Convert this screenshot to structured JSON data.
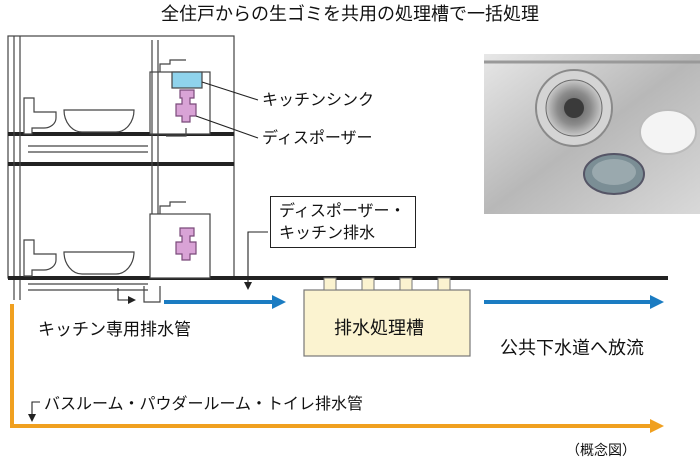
{
  "title": "全住戸からの生ゴミを共用の処理槽で一括処理",
  "labels": {
    "kitchen_sink": "キッチンシンク",
    "disposer": "ディスポーザー",
    "disposer_drain_line1": "ディスポーザー・",
    "disposer_drain_line2": "キッチン排水",
    "kitchen_pipe": "キッチン専用排水管",
    "tank": "排水処理槽",
    "public_sewer": "公共下水道へ放流",
    "bath_pipe": "バスルーム・パウダールーム・トイレ排水管",
    "concept_note": "（概念図）"
  },
  "colors": {
    "kitchen_flow": "#1b7cc2",
    "bath_flow": "#f0a020",
    "tank_fill": "#fbf3d0",
    "disposer": "#d9a3d6",
    "sink_water": "#8fd3ec"
  }
}
